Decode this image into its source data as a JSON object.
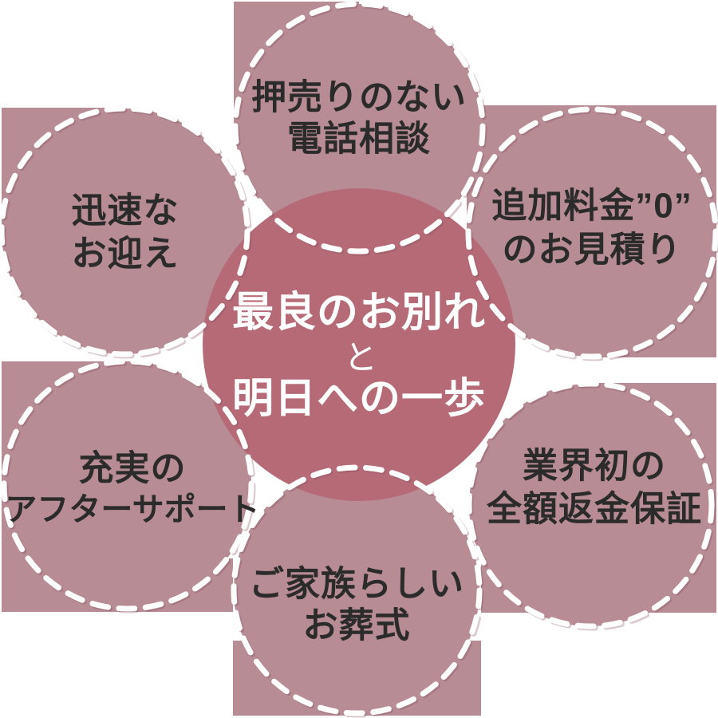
{
  "colors": {
    "background": "#ffffff",
    "petal_fill": "#b88c95",
    "center_fill": "#b56a76",
    "outline_dash": "#ffffff",
    "petal_text": "#2b2b2b",
    "center_text": "#ffffff"
  },
  "center": {
    "line1": "最良のお別れ",
    "line2": "と",
    "line3": "明日への一歩"
  },
  "petals": [
    {
      "position": "top",
      "line1": "押売りのない",
      "line2": "電話相談"
    },
    {
      "position": "top-right",
      "line1": "追加料金”0”",
      "line2": "のお見積り"
    },
    {
      "position": "bottom-right",
      "line1": "業界初の",
      "line2": "全額返金保証"
    },
    {
      "position": "bottom",
      "line1": "ご家族らしい",
      "line2": "お葬式"
    },
    {
      "position": "bottom-left",
      "line1": "充実の",
      "line2": "アフターサポート"
    },
    {
      "position": "left",
      "line1": "迅速な",
      "line2": "お迎え"
    }
  ]
}
